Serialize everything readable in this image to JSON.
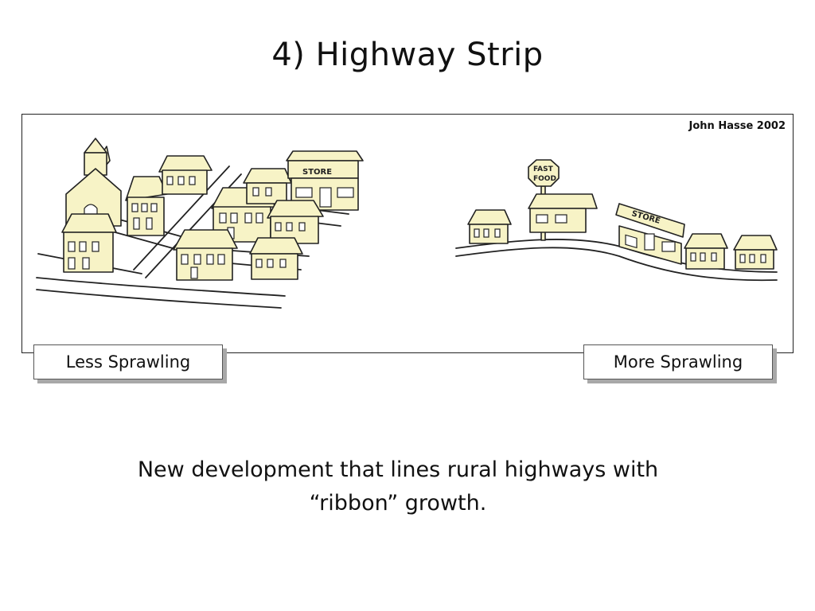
{
  "slide": {
    "title": "4) Highway Strip",
    "credit": "John Hasse 2002",
    "labels": {
      "less": "Less Sprawling",
      "more": "More Sprawling"
    },
    "caption_line1": "New development that lines rural highways with",
    "caption_line2": "“ribbon” growth.",
    "signs": {
      "store_left": "STORE",
      "store_right": "STORE",
      "fast_food_line1": "FAST",
      "fast_food_line2": "FOOD"
    },
    "colors": {
      "building_fill": "#f7f3c6",
      "ink": "#222222",
      "shadow": "#a8a8a8"
    }
  }
}
